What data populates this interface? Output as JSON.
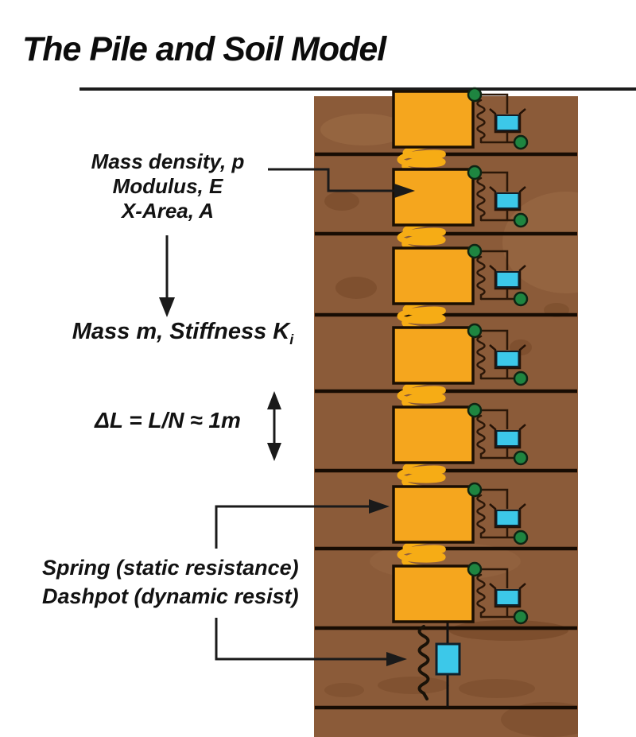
{
  "title": "The Pile and Soil Model",
  "labels": {
    "pile_properties": {
      "line1": "Mass density, p",
      "line2": "Modulus, E",
      "line3": "X-Area, A"
    },
    "lumped_mass": {
      "text": "Mass m, Stiffness K",
      "subscript": "i"
    },
    "segment_length": "ΔL = L/N ≈ 1m",
    "soil_resistance": {
      "line1": "Spring (static resistance)",
      "line2": "Dashpot (dynamic resist)"
    }
  },
  "model": {
    "pile_segments": 7,
    "pile_springs": 6,
    "soil_layer_lines": 8,
    "side_resistance_units": 7,
    "toe_resistance_units": 1
  },
  "colors": {
    "background": "#ffffff",
    "soil": "#8B5B39",
    "soil_light_patch": "#9E6E47",
    "soil_dark_patch": "#744626",
    "pile_mass": "#F5A61E",
    "pile_spring": "#F6AC15",
    "dashpot_fluid": "#3CC8E9",
    "node": "#1E8540",
    "ink": "#141414"
  }
}
